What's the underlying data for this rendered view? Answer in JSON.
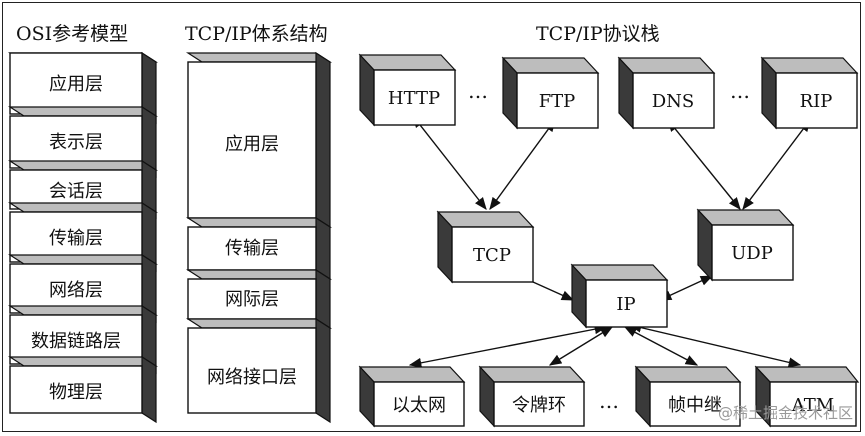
{
  "titles": {
    "osi": "OSI参考模型",
    "tcpip_arch": "TCP/IP体系结构",
    "tcpip_stack": "TCP/IP协议栈"
  },
  "osi_layers": [
    "应用层",
    "表示层",
    "会话层",
    "传输层",
    "网络层",
    "数据链路层",
    "物理层"
  ],
  "tcpip_layers": [
    "应用层",
    "传输层",
    "网际层",
    "网络接口层"
  ],
  "protocols": {
    "app": [
      "HTTP",
      "FTP",
      "DNS",
      "RIP"
    ],
    "transport": [
      "TCP",
      "UDP"
    ],
    "network": "IP",
    "link": [
      "以太网",
      "令牌环",
      "帧中继",
      "ATM"
    ]
  },
  "ellipsis": "…",
  "watermark": "@稀土掘金技术社区",
  "colors": {
    "top_face": "#bdbdbd",
    "side_face": "#3a3a3a",
    "line": "#111111"
  }
}
